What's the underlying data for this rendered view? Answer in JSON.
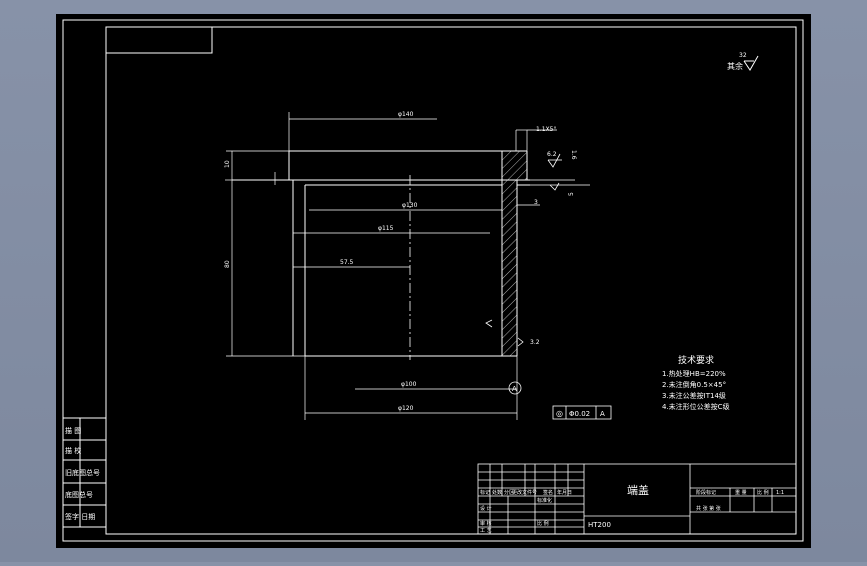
{
  "drawing": {
    "roughness_note": "其余",
    "roughness_value": "32",
    "roughness_62": "6.2",
    "roughness_16": "1.6",
    "roughness_32b": "3.2",
    "dims": {
      "d140": "φ140",
      "d130": "φ130",
      "d115": "φ115",
      "r57": "57.5",
      "d100": "φ100",
      "d120": "φ120",
      "chamfer": "1.1X5°",
      "h_top": "10",
      "h_total": "80",
      "h_small": "3",
      "w_flange": "5"
    },
    "tolerance": {
      "symbol": "◎",
      "value": "Φ0.02",
      "datum": "A"
    },
    "datum_label": "A"
  },
  "tech_req": {
    "title": "技术要求",
    "lines": [
      "1.热处理HB=220%",
      "2.未注倒角0.5×45°",
      "3.未注公差按IT14级",
      "4.未注形位公差按C级"
    ]
  },
  "left_strip": [
    {
      "label": "描 图"
    },
    {
      "label": "描 校"
    },
    {
      "label": "旧底图总号"
    },
    {
      "label": "底图总号"
    },
    {
      "label": "签字  日期"
    }
  ],
  "title_block": {
    "part_name": "端盖",
    "material": "HT200",
    "scale_label": "比 例",
    "left_cells": [
      "标记",
      "处数",
      "分区",
      "更改文件号",
      "签名",
      "年月日"
    ],
    "role_rows": [
      "设 计",
      "标准化",
      "审 核",
      "工 艺"
    ],
    "right_headers": [
      "阶段标记",
      "重 量",
      "比 例"
    ],
    "right_values": [
      "",
      "",
      "1:1"
    ],
    "sheet_info": "共  张  第  张"
  }
}
